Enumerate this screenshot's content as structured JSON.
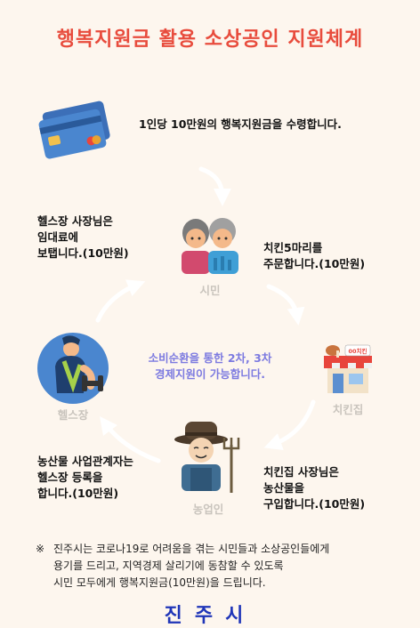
{
  "title": "행복지원금 활용 소상공인 지원체계",
  "step_receive": "1인당 10만원의 행복지원금을 수령합니다.",
  "step_chicken_order": [
    "치킨5마리를",
    "주문합니다.(10만원)"
  ],
  "step_farm_buy": [
    "치킨집 사장님은",
    "농산물을",
    "구입합니다.(10만원)"
  ],
  "step_gym_register": [
    "농산물 사업관계자는",
    "헬스장 등록을",
    "합니다.(10만원)"
  ],
  "step_rent": [
    "헬스장 사장님은",
    "임대료에",
    "보탭니다.(10만원)"
  ],
  "labels": {
    "citizen": "시민",
    "chicken_shop": "치킨집",
    "farmer": "농업인",
    "gym": "헬스장",
    "shop_sign": "00치킨"
  },
  "center_text": [
    "소비순환을 통한 2차, 3차",
    "경제지원이 가능합니다."
  ],
  "note": {
    "mark": "※",
    "lines": [
      "진주시는 코로나19로 어려움을 겪는 시민들과 소상공인들에게",
      "용기를 드리고, 지역경제 살리기에 동참할 수 있도록",
      "시민 모두에게 행복지원금(10만원)을 드립니다."
    ]
  },
  "city": "진주시",
  "colors": {
    "title": "#e84c3d",
    "center": "#7c7ae0",
    "city": "#1f35b8",
    "background": "#fdf6ee"
  }
}
